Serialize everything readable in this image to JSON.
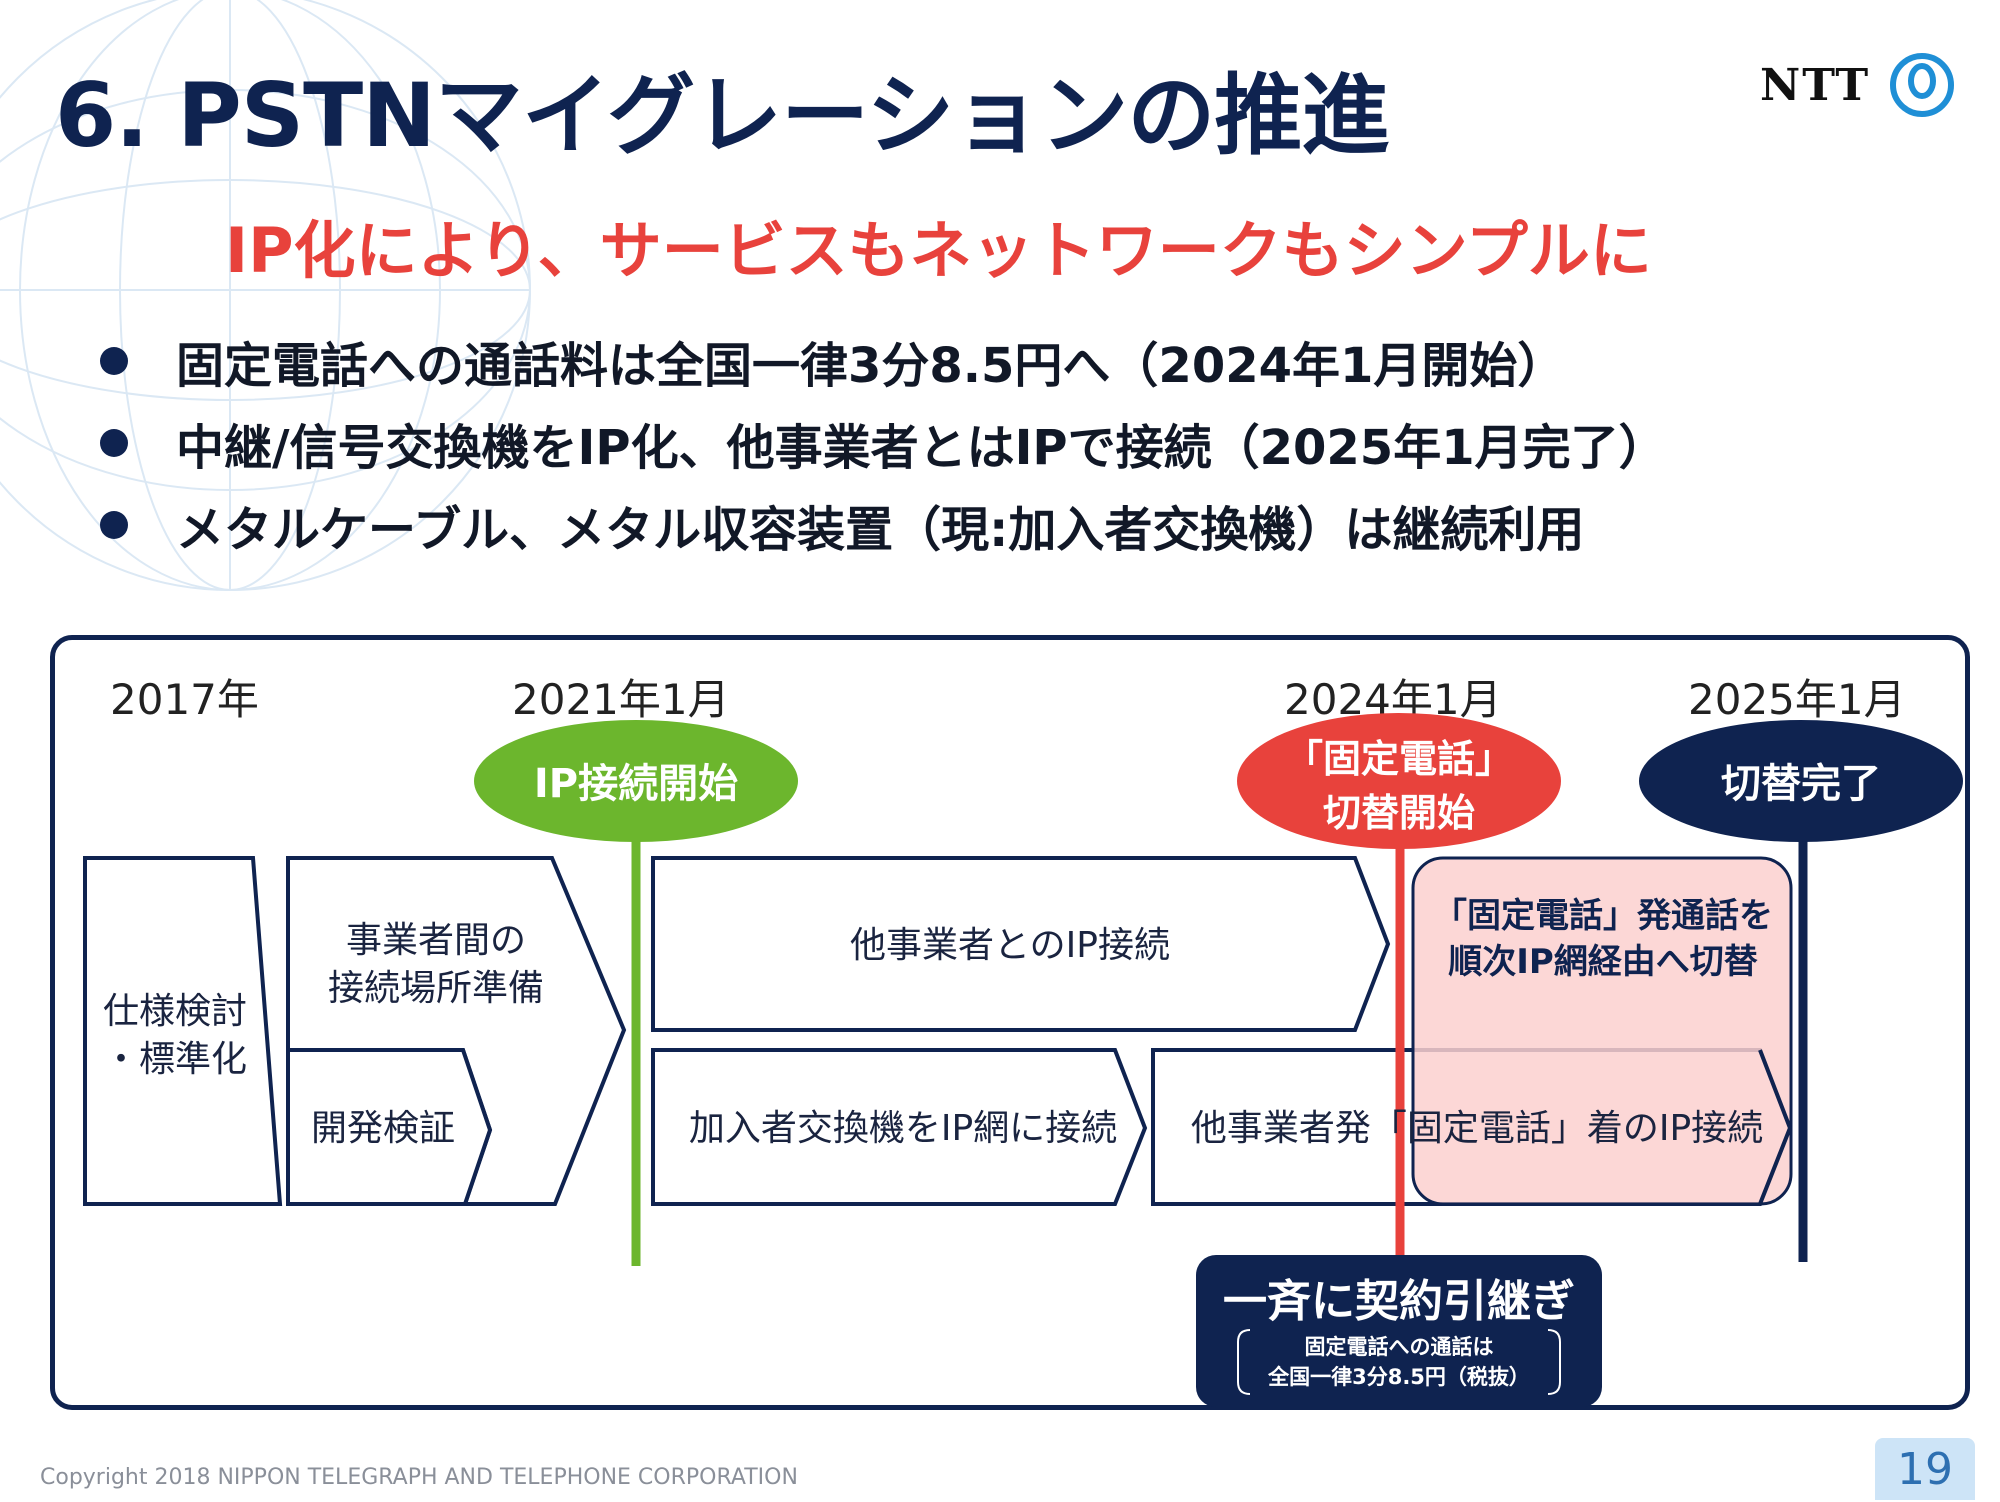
{
  "page": {
    "title": "6. PSTNマイグレーションの推進",
    "logo_text": "NTT",
    "subtitle": "IP化により、サービスもネットワークもシンプルに",
    "bullets": [
      "固定電話への通話料は全国一律3分8.5円へ（2024年1月開始）",
      "中継/信号交換機をIP化、他事業者とはIPで接続（2025年1月完了）",
      "メタルケーブル、メタル収容装置（現:加入者交換機）は継続利用"
    ],
    "footer": "Copyright 2018 NIPPON TELEGRAPH AND TELEPHONE CORPORATION",
    "page_number": "19"
  },
  "timeline": {
    "years": [
      "2017年",
      "2021年1月",
      "2024年1月",
      "2025年1月"
    ],
    "milestones": [
      {
        "lines": [
          "IP接続開始"
        ],
        "color": "#6cb62d"
      },
      {
        "lines": [
          "「固定電話」",
          "切替開始"
        ],
        "color": "#e8423c"
      },
      {
        "lines": [
          "切替完了"
        ],
        "color": "#0f2350"
      }
    ],
    "phases": [
      {
        "id": "spec",
        "lines": [
          "仕様検討",
          "・標準化"
        ]
      },
      {
        "id": "prep",
        "lines": [
          "事業者間の",
          "接続場所準備"
        ]
      },
      {
        "id": "dev",
        "lines": [
          "開発検証"
        ]
      },
      {
        "id": "other-ip",
        "lines": [
          "他事業者とのIP接続"
        ]
      },
      {
        "id": "subscriber",
        "lines": [
          "加入者交換機をIP網に接続"
        ]
      },
      {
        "id": "fixed-ip",
        "lines": [
          "他事業者発「固定電話」着のIP接続"
        ]
      }
    ],
    "switch_box": {
      "lines": [
        "「固定電話」発通話を",
        "順次IP網経由へ切替"
      ]
    },
    "contract": {
      "title": "一斉に契約引継ぎ",
      "note_lines": [
        "固定電話への通話は",
        "全国一律3分8.5円（税抜）"
      ]
    }
  },
  "colors": {
    "navy": "#0f2350",
    "green": "#6cb62d",
    "red": "#e8423c",
    "pink": "#fcd0cf",
    "page_badge": "#cde4f7"
  }
}
